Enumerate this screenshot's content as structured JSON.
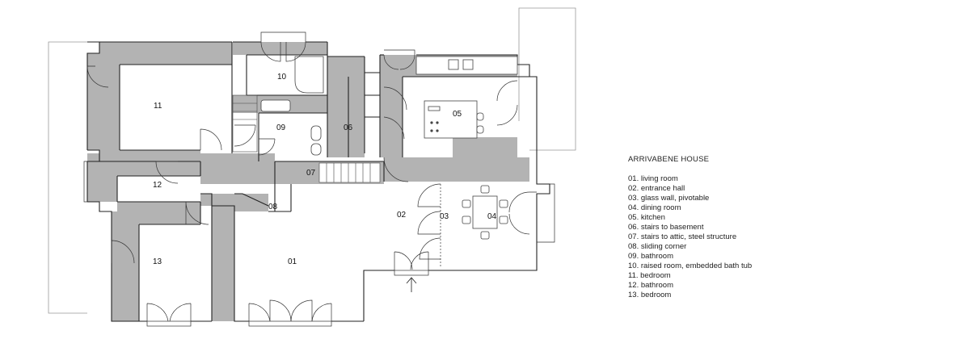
{
  "plan": {
    "labels": [
      "11",
      "10",
      "09",
      "06",
      "05",
      "07",
      "12",
      "08",
      "02",
      "03",
      "04",
      "13",
      "01"
    ]
  },
  "legend": {
    "title": "ARRIVABENE HOUSE",
    "items": [
      "01. living room",
      "02. entrance hall",
      "03. glass wall, pivotable",
      "04. dining room",
      "05. kitchen",
      "06. stairs to basement",
      "07. stairs to attic, steel structure",
      "08. sliding corner",
      "09. bathroom",
      "10. raised room, embedded bath tub",
      "11. bedroom",
      "12. bathroom",
      "13. bedroom"
    ]
  }
}
